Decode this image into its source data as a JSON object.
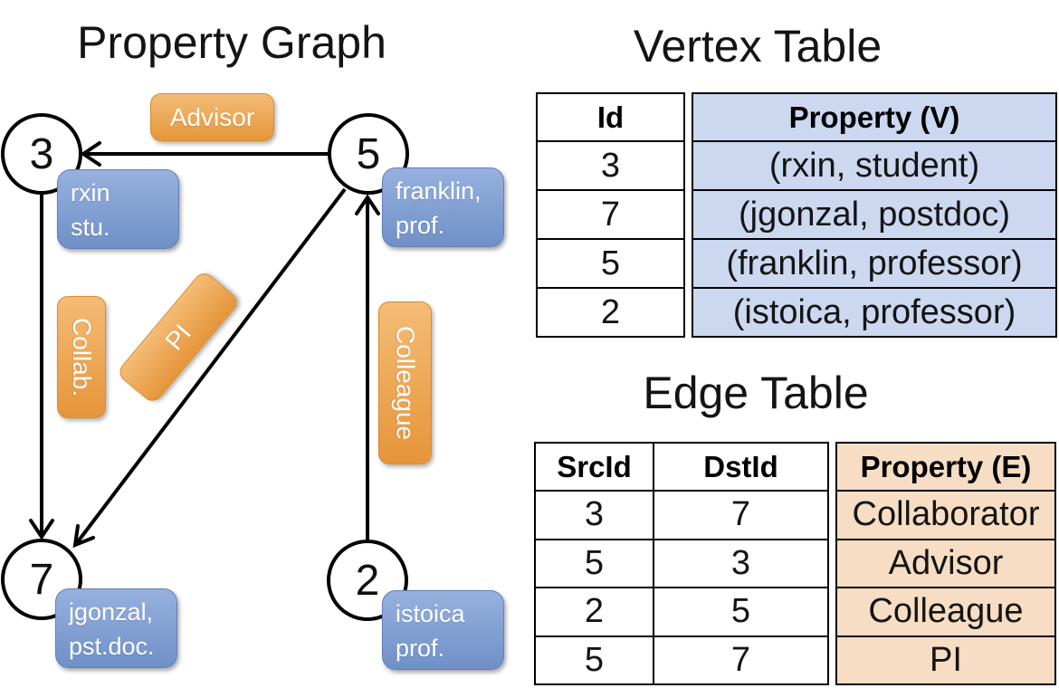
{
  "graph": {
    "title": "Property Graph",
    "nodes": [
      {
        "id": "3",
        "property_line1": "rxin",
        "property_line2": "stu."
      },
      {
        "id": "5",
        "property_line1": "franklin,",
        "property_line2": "prof."
      },
      {
        "id": "7",
        "property_line1": "jgonzal,",
        "property_line2": "pst.doc."
      },
      {
        "id": "2",
        "property_line1": "istoica",
        "property_line2": "prof."
      }
    ],
    "edges": [
      {
        "label": "Advisor",
        "src": "5",
        "dst": "3"
      },
      {
        "label": "Collab.",
        "src": "3",
        "dst": "7"
      },
      {
        "label": "PI",
        "src": "5",
        "dst": "7"
      },
      {
        "label": "Colleague",
        "src": "2",
        "dst": "5"
      }
    ]
  },
  "vertex_table": {
    "title": "Vertex Table",
    "columns": [
      "Id",
      "Property (V)"
    ],
    "rows": [
      [
        "3",
        "(rxin, student)"
      ],
      [
        "7",
        "(jgonzal, postdoc)"
      ],
      [
        "5",
        "(franklin, professor)"
      ],
      [
        "2",
        "(istoica, professor)"
      ]
    ]
  },
  "edge_table": {
    "title": "Edge Table",
    "columns": [
      "SrcId",
      "DstId",
      "Property (E)"
    ],
    "rows": [
      [
        "3",
        "7",
        "Collaborator"
      ],
      [
        "5",
        "3",
        "Advisor"
      ],
      [
        "2",
        "5",
        "Colleague"
      ],
      [
        "5",
        "7",
        "PI"
      ]
    ]
  },
  "colors": {
    "edge_label_fill": "#EDA64D",
    "vertex_property_fill": "#7E9FD4",
    "vertex_table_fill": "#CBD8F0",
    "edge_table_fill": "#F6DDC3",
    "line_color": "#000000"
  }
}
